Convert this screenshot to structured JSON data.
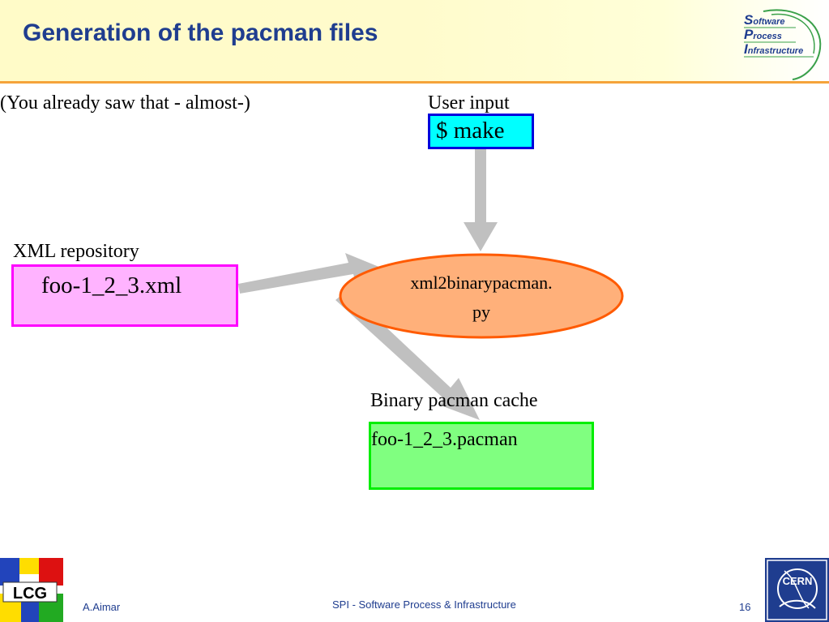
{
  "slide": {
    "title": "Generation of the pacman files",
    "subtitle": "(You already saw that - almost-)",
    "spi_logo": {
      "line1_initial": "S",
      "line1_rest": "oftware",
      "line2_initial": "P",
      "line2_rest": "rocess",
      "line3_initial": "I",
      "line3_rest": "nfrastructure"
    }
  },
  "diagram": {
    "user_input_label": "User input",
    "make_command": "$ make",
    "xml_repo_label": "XML repository",
    "xml_file": "foo-1_2_3.xml",
    "script_line1": "xml2binarypacman.",
    "script_line2": "py",
    "cache_label": "Binary pacman cache",
    "pacman_file": "foo-1_2_3.pacman"
  },
  "footer": {
    "author": "A.Aimar",
    "center": "SPI - Software Process & Infrastructure",
    "page_number": "16",
    "lcg_logo_text": "LCG",
    "cern_logo_text": "CERN"
  },
  "colors": {
    "title": "#1f3d8f",
    "header_line": "#f5a33a",
    "make_fill": "#00ffff",
    "make_border": "#0000dd",
    "xml_fill": "#ffb3ff",
    "xml_border": "#ff00ff",
    "ellipse_fill": "#ffb07a",
    "ellipse_border": "#ff5a00",
    "pacman_fill": "#80ff80",
    "pacman_border": "#00ee00",
    "arrow": "#c0c0c0"
  }
}
